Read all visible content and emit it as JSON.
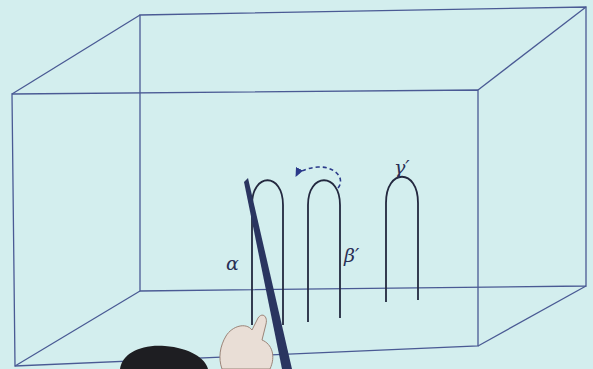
{
  "diagram": {
    "labels": [
      "α",
      "β′",
      "γ′"
    ]
  }
}
